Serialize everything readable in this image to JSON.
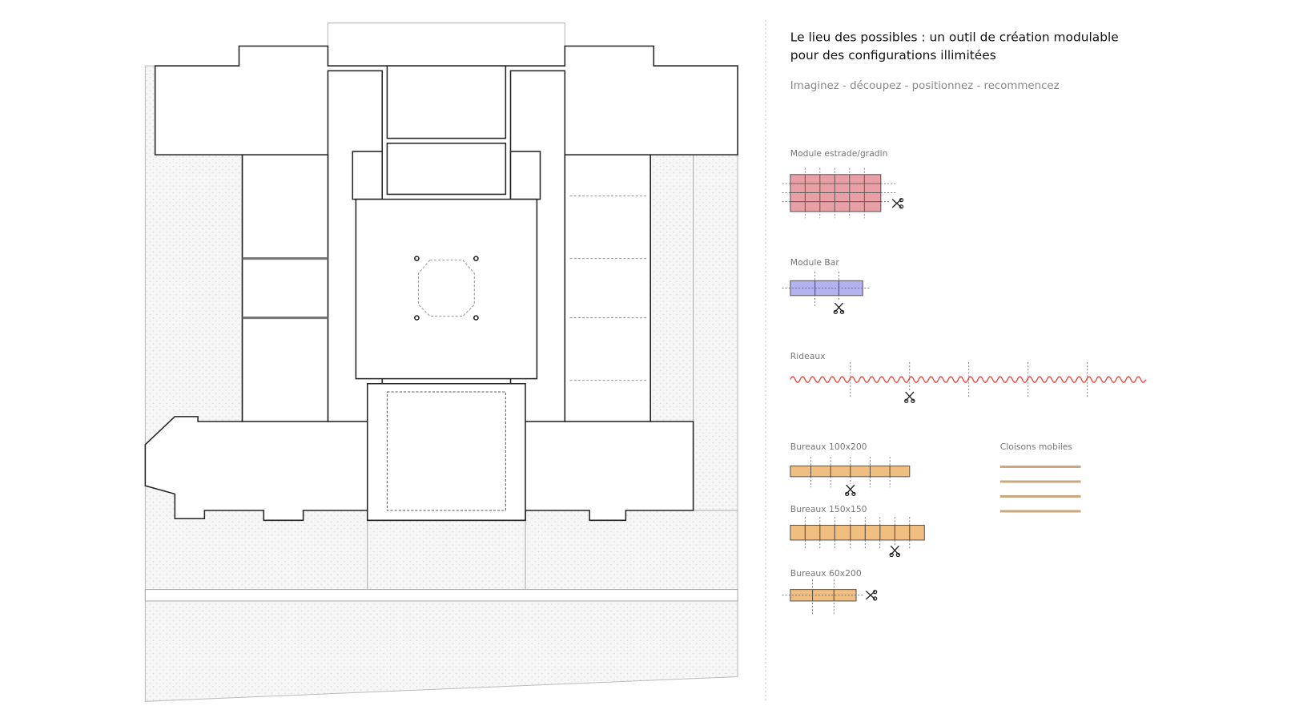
{
  "title_line1": "Le lieu des possibles : un outil de création modulable",
  "title_line2": "pour des configurations illimitées",
  "subtitle": "Imaginez - découpez - positionnez - recommencez",
  "legend": {
    "estrade": "Module estrade/gradin",
    "bar": "Module Bar",
    "rideaux": "Rideaux",
    "bureaux_100": "Bureaux 100x200",
    "bureaux_150": "Bureaux 150x150",
    "bureaux_60": "Bureaux 60x200",
    "cloisons": "Cloisons mobiles"
  },
  "colors": {
    "estrade": "#e8a0a6",
    "bar": "#b3b3f0",
    "rideaux": "#e8413c",
    "bureaux": "#f0bf80",
    "cloisons": "#c9a77f",
    "ground": "#f4f4f4"
  },
  "icons": [
    "scissors-icon"
  ]
}
